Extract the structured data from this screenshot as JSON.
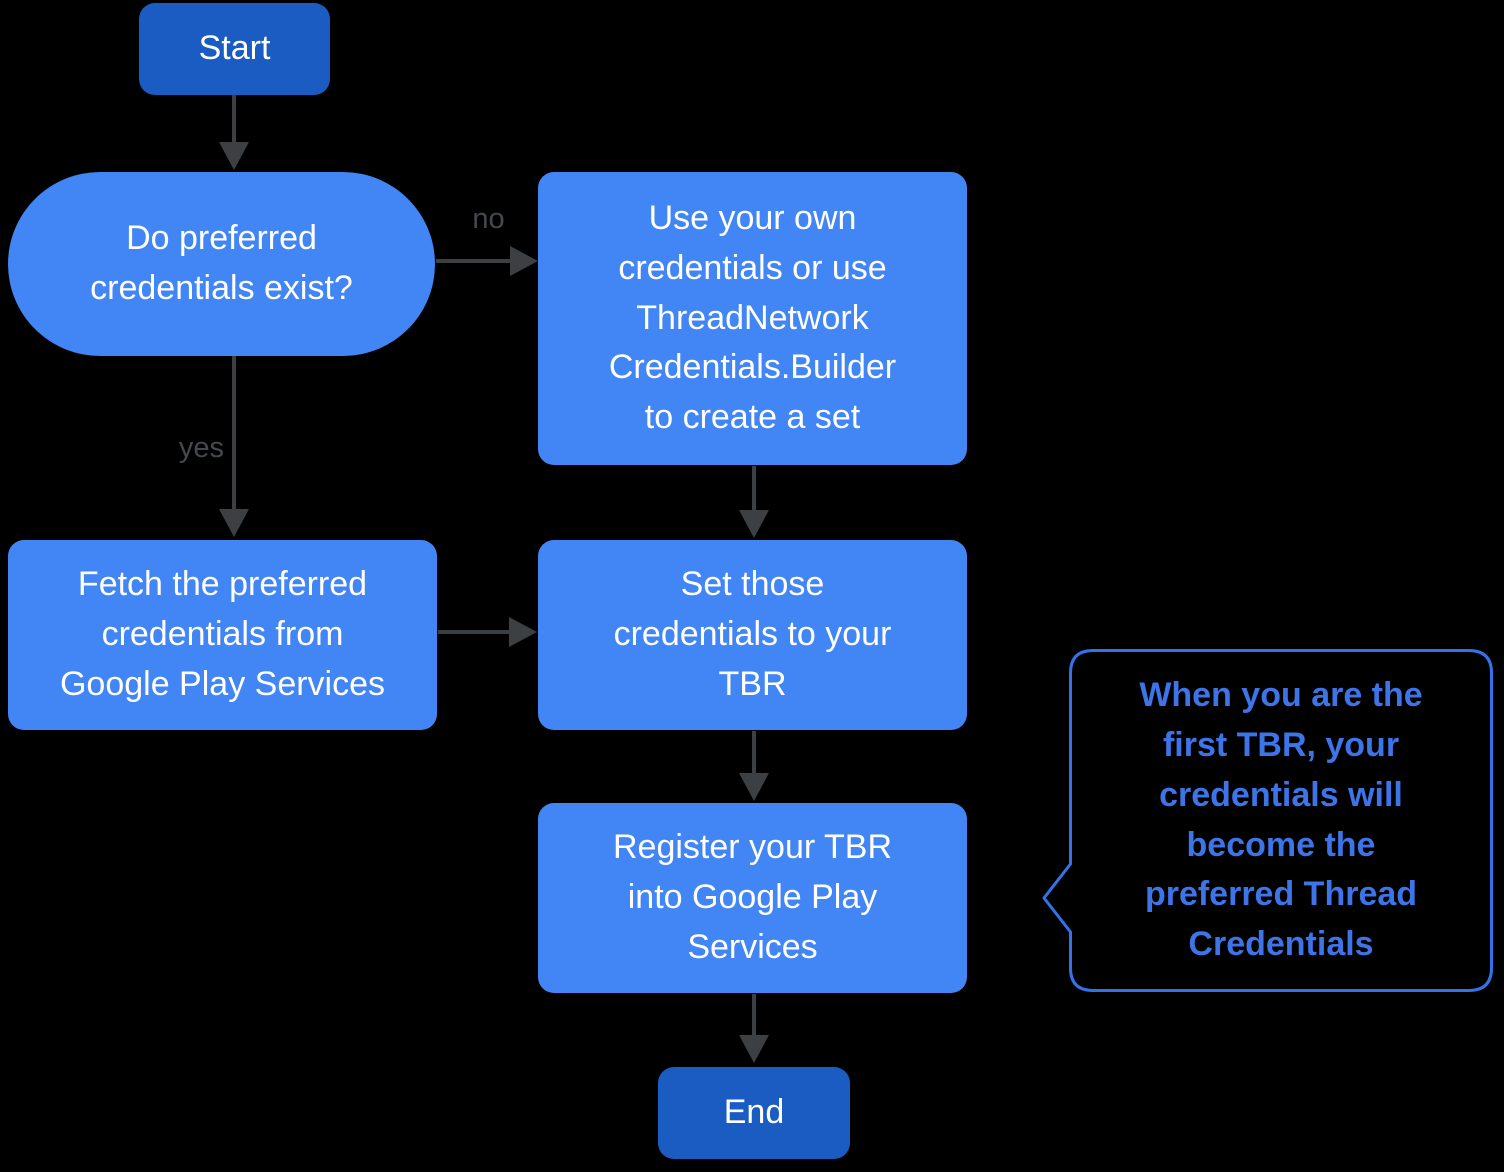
{
  "colors": {
    "background": "#000000",
    "process_fill": "#4285F4",
    "terminal_fill": "#1A5CC1",
    "node_text": "#FFFFFF",
    "arrow": "#3C4043",
    "edge_label_text": "#45494E",
    "note_border": "#3372E8",
    "note_text": "#3D74E8"
  },
  "nodes": {
    "start": {
      "type": "terminal",
      "label": "Start"
    },
    "decision": {
      "type": "decision",
      "label": "Do preferred credentials exist?"
    },
    "use_own_credentials": {
      "type": "process",
      "label": "Use your own credentials or use ThreadNetwork Credentials.Builder to create a set"
    },
    "fetch_preferred": {
      "type": "process",
      "label": "Fetch the preferred credentials from Google Play Services"
    },
    "set_credentials": {
      "type": "process",
      "label": "Set those credentials to your TBR"
    },
    "register_tbr": {
      "type": "process",
      "label": "Register your TBR into Google Play Services"
    },
    "end": {
      "type": "terminal",
      "label": "End"
    },
    "note": {
      "type": "callout",
      "label": "When you are the first TBR, your credentials will become the preferred Thread Credentials"
    }
  },
  "edge_labels": {
    "yes": "yes",
    "no": "no"
  }
}
